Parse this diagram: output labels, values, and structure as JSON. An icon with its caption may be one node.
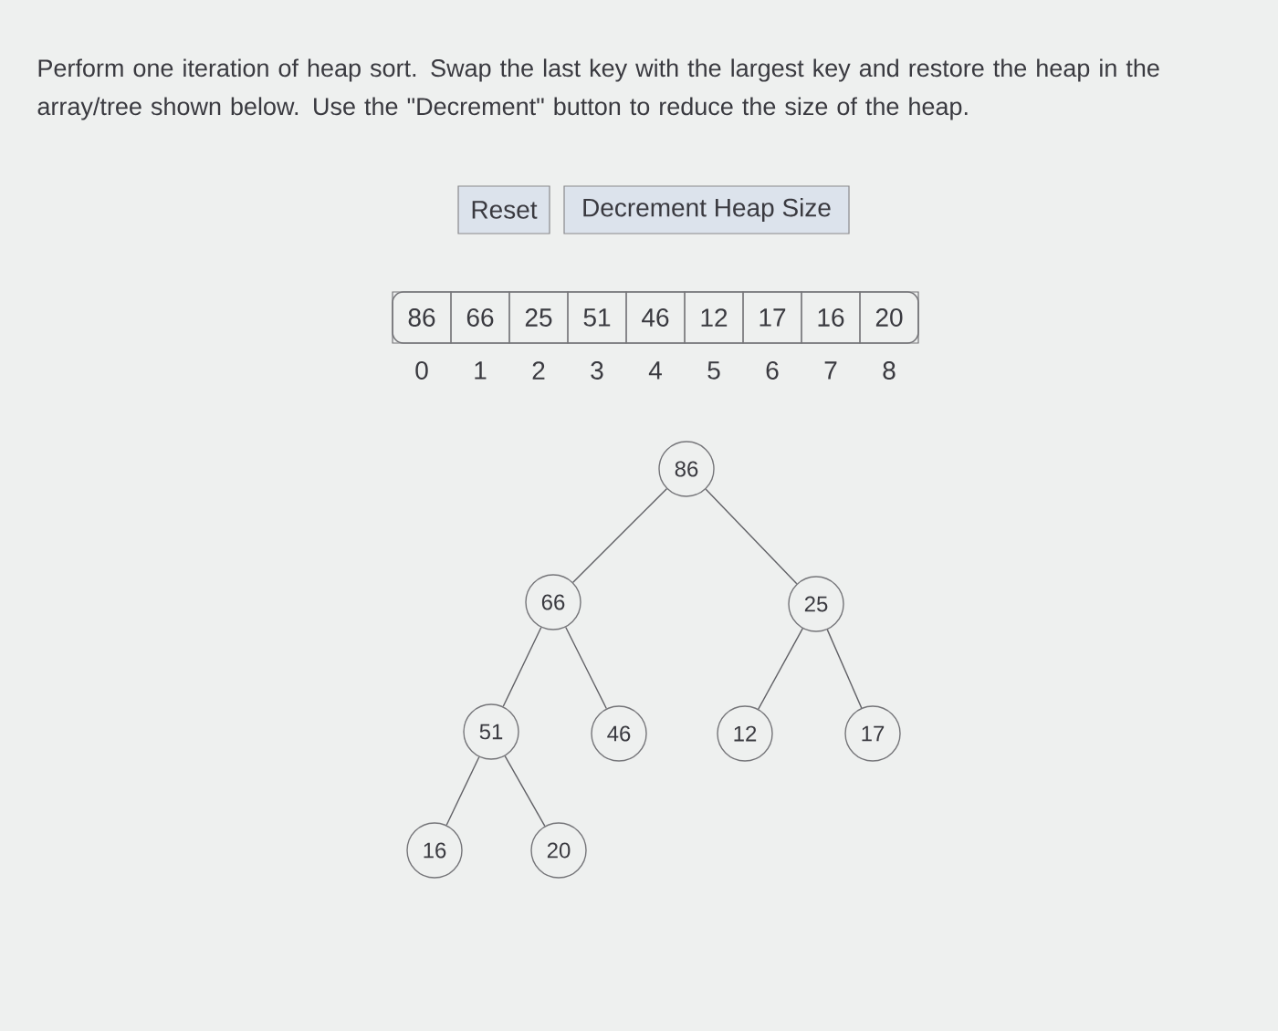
{
  "diagram": {
    "title": "Perform one iteration of heap sort. Swap the last key with the largest key and restore the heap in the array/tree shown below. Use the \"Decrement\" button to reduce the size of the heap.",
    "nodes": [
      {
        "text": [
          "Reset"
        ]
      },
      {
        "text": [
          "Decrement Heap Size"
        ]
      },
      {
        "text": [
          "86"
        ]
      },
      {
        "text": [
          "66"
        ]
      },
      {
        "text": [
          "25"
        ]
      },
      {
        "text": [
          "51"
        ]
      },
      {
        "text": [
          "46"
        ]
      },
      {
        "text": [
          "12"
        ]
      },
      {
        "text": [
          "17"
        ]
      },
      {
        "text": [
          "16"
        ]
      },
      {
        "text": [
          "20"
        ]
      }
    ],
    "edges": [
      {
        "from": 2,
        "to": 3,
        "arrow": "none"
      },
      {
        "from": 2,
        "to": 4,
        "arrow": "none"
      },
      {
        "from": 3,
        "to": 5,
        "arrow": "none"
      },
      {
        "from": 3,
        "to": 6,
        "arrow": "none"
      },
      {
        "from": 4,
        "to": 7,
        "arrow": "none"
      },
      {
        "from": 4,
        "to": 8,
        "arrow": "none"
      },
      {
        "from": 5,
        "to": 9,
        "arrow": "none"
      },
      {
        "from": 5,
        "to": 10,
        "arrow": "none"
      }
    ],
    "labels": [
      "86",
      "66",
      "25",
      "51",
      "46",
      "12",
      "17",
      "16",
      "20",
      "0",
      "1",
      "2",
      "3",
      "4",
      "5",
      "6",
      "7",
      "8"
    ]
  }
}
